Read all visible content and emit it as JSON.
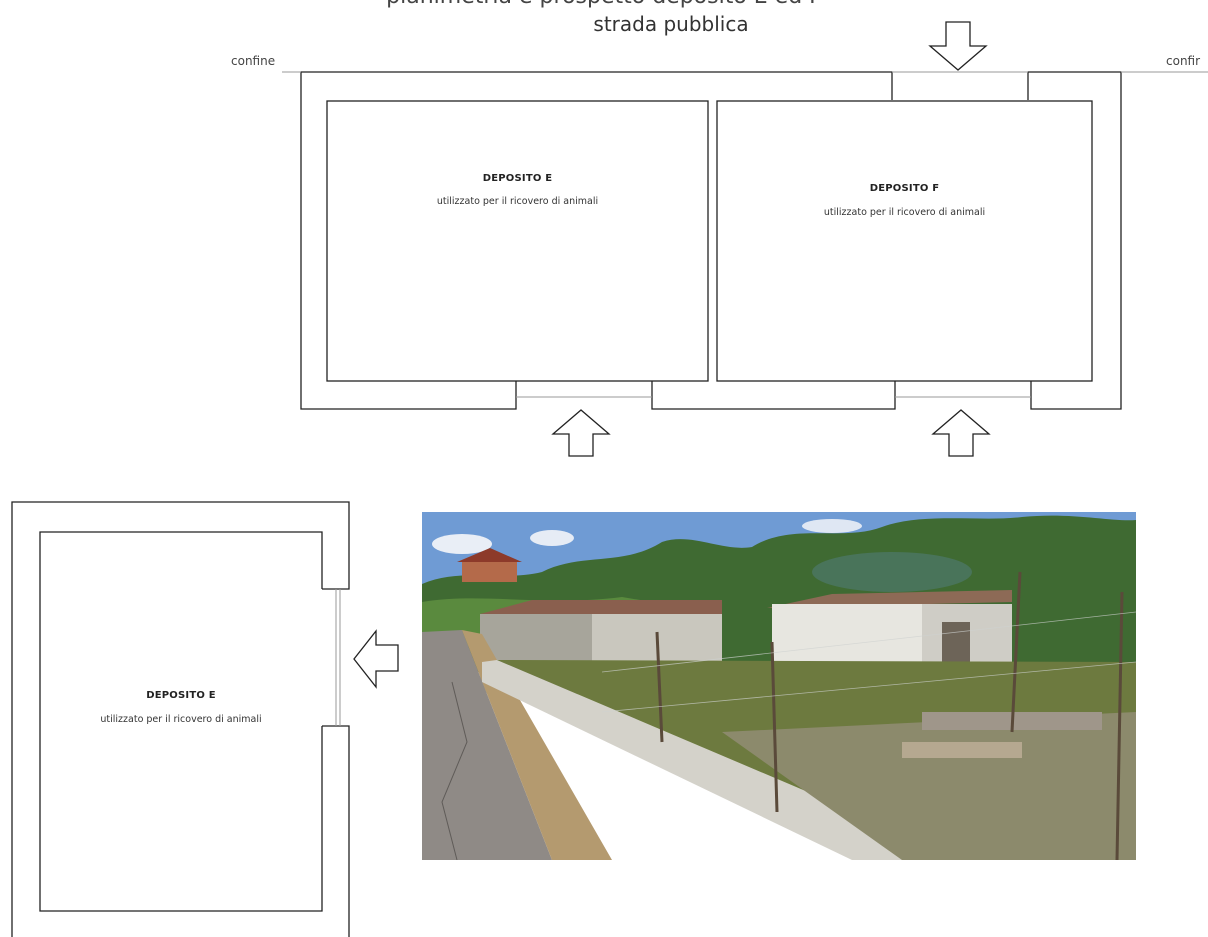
{
  "header": {
    "cut_text": "planimetria e prospetto deposito E ed F",
    "road_label": "strada pubblica"
  },
  "top_plan": {
    "boundary_left": "confine",
    "boundary_right": "confir",
    "depot_e": {
      "title": "DEPOSITO E",
      "use": "utilizzato per il ricovero di animali"
    },
    "depot_f": {
      "title": "DEPOSITO F",
      "use": "utilizzato per il ricovero di animali"
    }
  },
  "bottom_plan": {
    "depot_e": {
      "title": "DEPOSITO E",
      "use": "utilizzato per il ricovero di animali"
    }
  },
  "colors": {
    "line": "#222222",
    "thin_line": "#9a9a9a"
  }
}
